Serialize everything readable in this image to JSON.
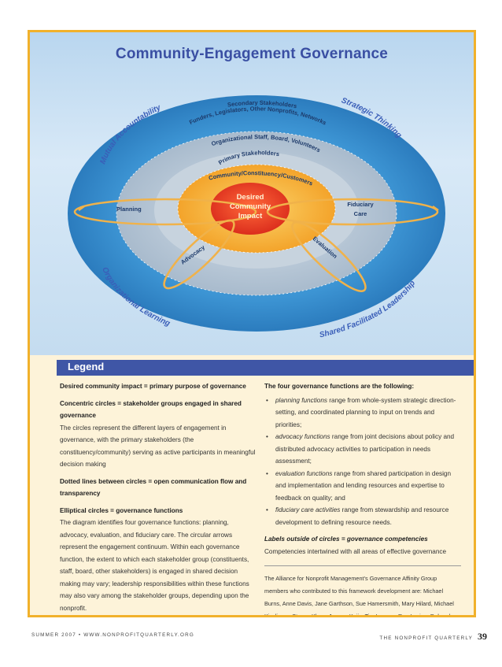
{
  "title": "Community-Engagement Governance",
  "diagram": {
    "outer_arc_labels": {
      "mutual_accountability": "Mutual Accountability",
      "strategic_thinking": "Strategic Thinking",
      "organizational_learning": "Organizational Learning",
      "shared_leadership": "Shared Facilitated Leadership"
    },
    "ring_labels": {
      "secondary_1": "Secondary Stakeholders",
      "secondary_2": "Funders, Legislators, Other Nonprofits, Networks",
      "organizational": "Organizational Staff, Board, Volunteers",
      "primary_1": "Primary Stakeholders",
      "primary_2": "Community/Constituency/Customers"
    },
    "center": {
      "line1": "Desired",
      "line2": "Community",
      "line3": "Impact"
    },
    "functions": {
      "planning": "Planning",
      "fiduciary_1": "Fiduciary",
      "fiduciary_2": "Care",
      "advocacy": "Advocacy",
      "evaluation": "Evaluation"
    },
    "colors": {
      "outer_ring": "#2f83c3",
      "middle_ring": "#aebfd0",
      "inner_ring": "#f5a623",
      "center": "#e8361c",
      "arc_text": "#3a5eb8"
    }
  },
  "legend": {
    "heading": "Legend",
    "left": {
      "p1_bold": "Desired community impact = primary purpose of governance",
      "p2_bold": "Concentric circles = stakeholder groups engaged in shared governance",
      "p2_text": "The circles represent the different layers of engagement in governance, with the primary stakeholders (the constituency/community) serving as active participants in meaningful decision making",
      "p3_bold": "Dotted lines between circles = open communication flow and transparency",
      "p4_bold": "Elliptical circles = governance functions",
      "p4_text": "The diagram identifies four governance functions: planning, advocacy, evaluation, and fiduciary care. The circular arrows represent the engagement continuum. Within each governance function, the extent to which each stakeholder group (constituents, staff, board, other stakeholders) is engaged in shared decision making may vary; leadership responsibilities within these functions may also vary among the stakeholder groups, depending upon the nonprofit."
    },
    "right": {
      "heading": "The four governance functions are the following:",
      "bullets": [
        {
          "term": "planning functions",
          "text": " range from whole-system strategic direction-setting, and coordinated planning to input on trends and priorities;"
        },
        {
          "term": "advocacy functions",
          "text": " range from joint decisions about policy and distributed advocacy activities to participation in needs assessment;"
        },
        {
          "term": "evaluation functions",
          "text": " range from shared participation in design and implementation and lending resources and expertise to feedback on quality; and"
        },
        {
          "term": "fiduciary care activities",
          "text": " range from stewardship and resource development to defining resource needs."
        }
      ],
      "competencies_heading": "Labels outside of circles = governance competencies",
      "competencies_text": "Competencies intertwined with all areas of effective governance",
      "credits": "The Alliance for Nonprofit Management’s Governance Affinity Group members who contributed to this framework development are: Michael Burns, Anne Davis, Jane Garthson, Sue Hamersmith, Mary Hilard, Michael Kisslinger, Steven Klass, Jeanne Kojis, Tim Lannan, Rae Levine, Deborah Linnell, Debbie Mason, Diane Patrick, Regina Podhorin, Brigette Rouson and Terrie Temkin."
    }
  },
  "footer": {
    "left": "SUMMER 2007 • WWW.NONPROFITQUARTERLY.ORG",
    "right": "THE NONPROFIT QUARTERLY",
    "page": "39"
  }
}
